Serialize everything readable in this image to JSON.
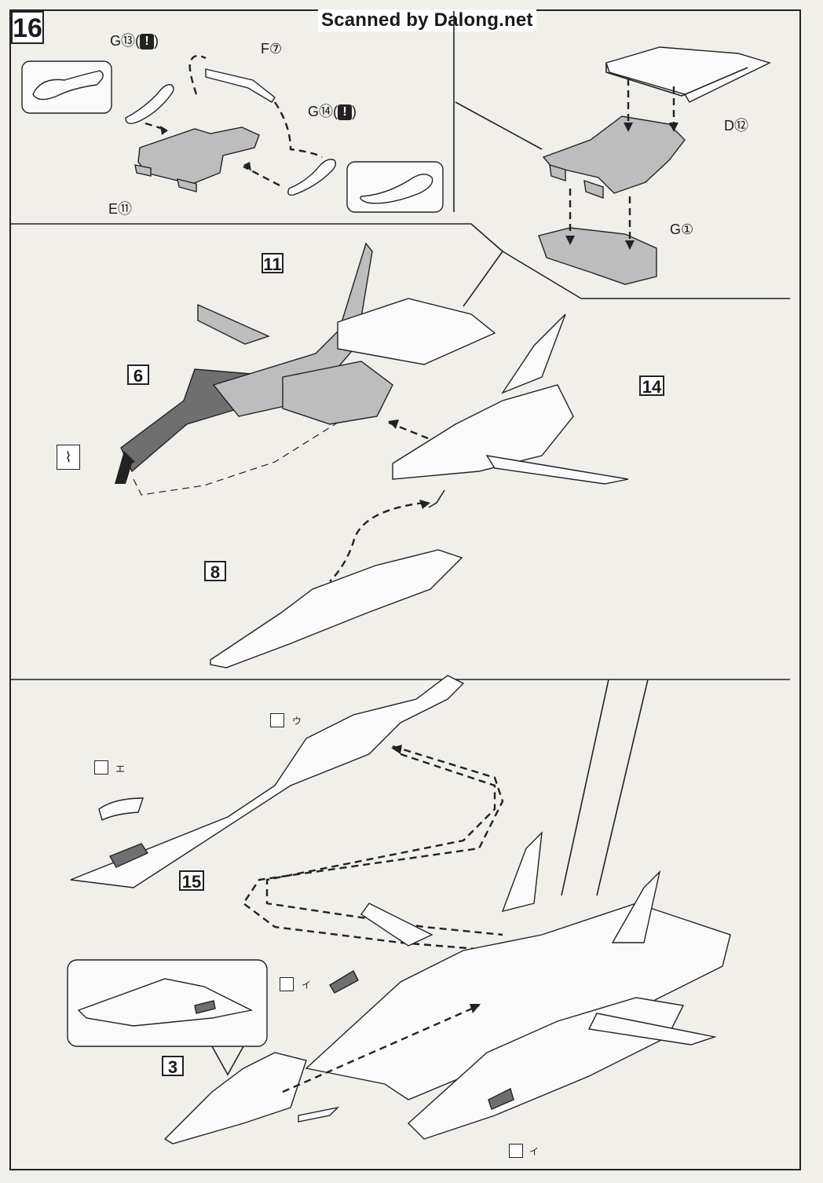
{
  "step_number": "16",
  "watermark": "Scanned by Dalong.net",
  "part_labels": {
    "g13": "G⑬",
    "g14": "G⑭",
    "f7": "F⑦",
    "e11": "E⑪",
    "d12": "D⑫",
    "g1": "G①"
  },
  "warning_mark": "!",
  "paren_open": "(",
  "paren_close": ")",
  "subassembly_numbers": {
    "n11": "11",
    "n6": "6",
    "n14": "14",
    "n8": "8",
    "n15": "15",
    "n3": "3"
  },
  "sticker_marks": {
    "u": "ウ",
    "e": "エ",
    "i1": "イ",
    "i2": "イ"
  }
}
